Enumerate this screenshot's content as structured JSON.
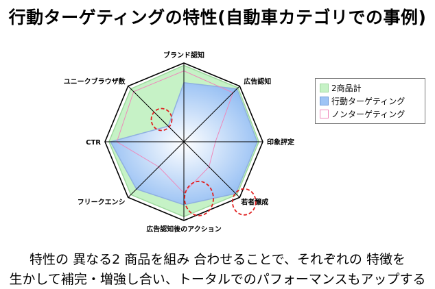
{
  "page": {
    "title": "行動ターゲティングの特性(自動車カテゴリでの事例)",
    "caption_line1": "特性の 異なる2 商品を組み 合わせることで、それぞれの 特徴を",
    "caption_line2": "生かして補完・増強し合い、トータルでのパフォーマンスもアップする"
  },
  "chart_data": {
    "type": "radar",
    "categories": [
      "ブランド認知",
      "広告認知",
      "印象評定",
      "若者醸成",
      "広告認知後のアクション",
      "フリークエンシ",
      "CTR",
      "ユニークブラウザ数"
    ],
    "rmax": 100,
    "grid_levels": [
      50,
      100
    ],
    "legend_position": "right",
    "series": [
      {
        "name": "2商品計",
        "values": [
          97,
          97,
          95,
          95,
          95,
          95,
          95,
          95
        ],
        "color": "#c6f2c6",
        "stroke": "#9ed89e"
      },
      {
        "name": "行動ターゲティング",
        "values": [
          75,
          95,
          93,
          93,
          80,
          85,
          93,
          28
        ],
        "color": "#9ec4f5",
        "stroke": "#8fb0e0"
      },
      {
        "name": "ノンターゲティング",
        "values": [
          90,
          88,
          40,
          45,
          65,
          45,
          85,
          90
        ],
        "color": "none",
        "stroke": "#ee88bb"
      }
    ],
    "highlight_circles": [
      "ユニークブラウザ数",
      "若者醸成",
      "広告認知後のアクション"
    ]
  }
}
